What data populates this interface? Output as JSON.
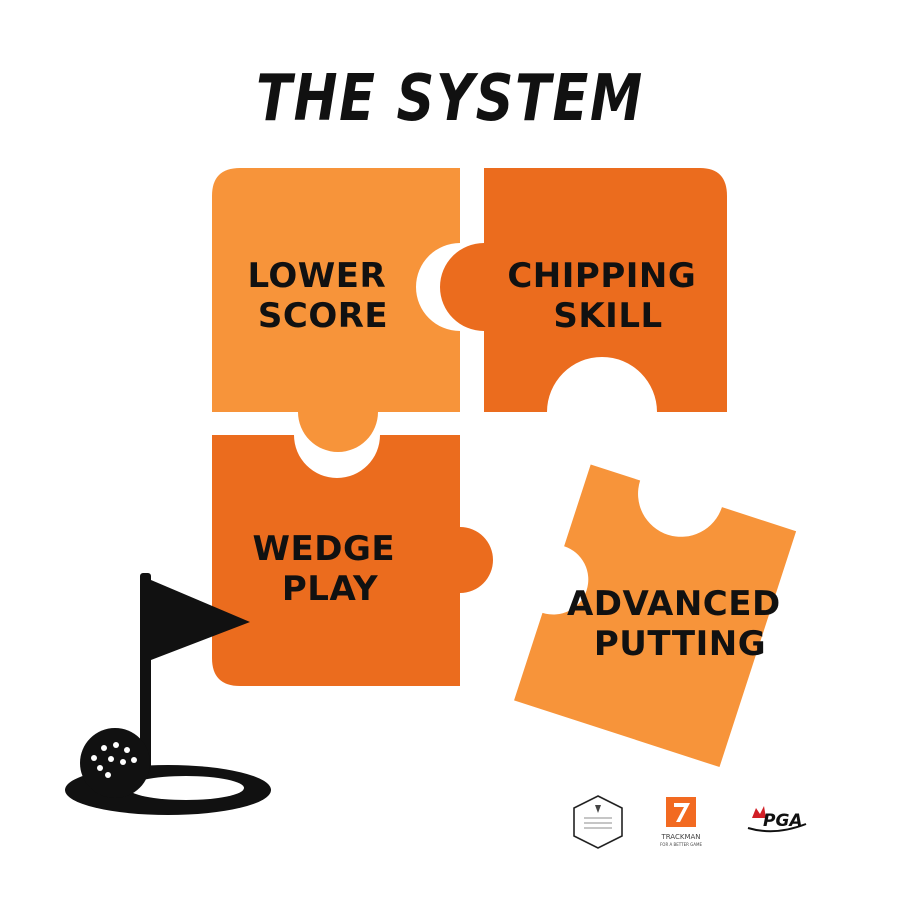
{
  "title": "THE SYSTEM",
  "colors": {
    "light_orange": "#f7943a",
    "dark_orange": "#eb6c1e",
    "ink": "#111111"
  },
  "pieces": [
    {
      "line1": "LOWER",
      "line2": "SCORE"
    },
    {
      "line1": "CHIPPING",
      "line2": "SKILL"
    },
    {
      "line1": "WEDGE",
      "line2": "PLAY"
    },
    {
      "line1": "ADVANCED",
      "line2": "PUTTING"
    }
  ],
  "icons": [
    "golf-flag-icon",
    "golf-ball-icon",
    "golf-hole-icon"
  ],
  "logos": {
    "trackman": "TRACKMAN",
    "trackman_tagline": "FOR A BETTER GAME",
    "pga": "PGA"
  }
}
